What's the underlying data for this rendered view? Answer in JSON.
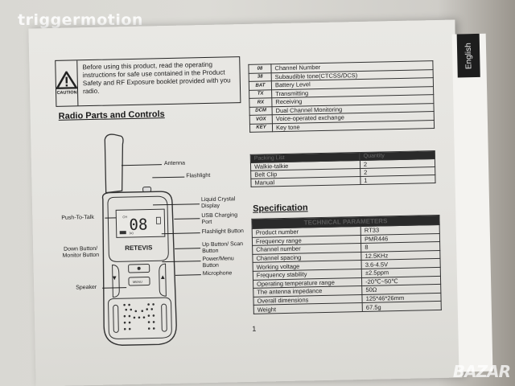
{
  "watermarks": {
    "top_left": "triggermotion",
    "bottom_right": "BAZAR"
  },
  "language_tab": "English",
  "caution": {
    "icon": "warning-triangle-icon",
    "icon_label": "CAUTION",
    "text": "Before using this product, read the operating instructions for safe use contained in the Product Safety and RF Exposure booklet provided with you radio."
  },
  "radio_parts": {
    "title": "Radio Parts and Controls",
    "display_digits": "08",
    "brand": "RETEVIS",
    "labels": {
      "antenna": "Antenna",
      "flashlight": "Flashlight",
      "lcd": "Liquid Crystal Display",
      "usb": "USB Charging Port",
      "ptt": "Push-To-Talk",
      "flash_button": "Flashlight Button",
      "down": "Down Button/ Monitor Button",
      "up": "Up Button/ Scan Button",
      "power": "Power/Menu Button",
      "microphone": "Microphone",
      "speaker": "Speaker"
    }
  },
  "icon_table": [
    {
      "icon": "08",
      "meaning": "Channel Number"
    },
    {
      "icon": "38",
      "meaning": "Subaudible tone(CTCSS/DCS)"
    },
    {
      "icon": "BAT",
      "meaning": "Battery Level"
    },
    {
      "icon": "TX",
      "meaning": "Transmitting"
    },
    {
      "icon": "RX",
      "meaning": "Receiving"
    },
    {
      "icon": "DCM",
      "meaning": "Dual Channel Monitoring"
    },
    {
      "icon": "VOX",
      "meaning": "Voice-operated exchange"
    },
    {
      "icon": "KEY",
      "meaning": "Key tone"
    }
  ],
  "packing_list": {
    "header_item": "Packing List",
    "header_qty": "Quantity",
    "rows": [
      {
        "item": "Walkie-talkie",
        "qty": "2"
      },
      {
        "item": "Belt Clip",
        "qty": "2"
      },
      {
        "item": "Manual",
        "qty": "1"
      }
    ]
  },
  "specification": {
    "title": "Specification",
    "table_header": "TECHNICAL PARAMETERS",
    "rows": [
      {
        "param": "Product number",
        "value": "RT33"
      },
      {
        "param": "Frequency range",
        "value": "PMR446"
      },
      {
        "param": "Channel number",
        "value": "8"
      },
      {
        "param": "Channel spacing",
        "value": "12.5KHz"
      },
      {
        "param": "Working voltage",
        "value": "3.6-4.5V"
      },
      {
        "param": "Frequency stability",
        "value": "±2.5ppm"
      },
      {
        "param": "Operating temperature range",
        "value": "-20℃~50℃"
      },
      {
        "param": "The antenna impedance",
        "value": "50Ω"
      },
      {
        "param": "Overall dimensions",
        "value": "125*46*26mm"
      },
      {
        "param": "Weight",
        "value": "67.5g"
      }
    ]
  },
  "page_number": "1"
}
